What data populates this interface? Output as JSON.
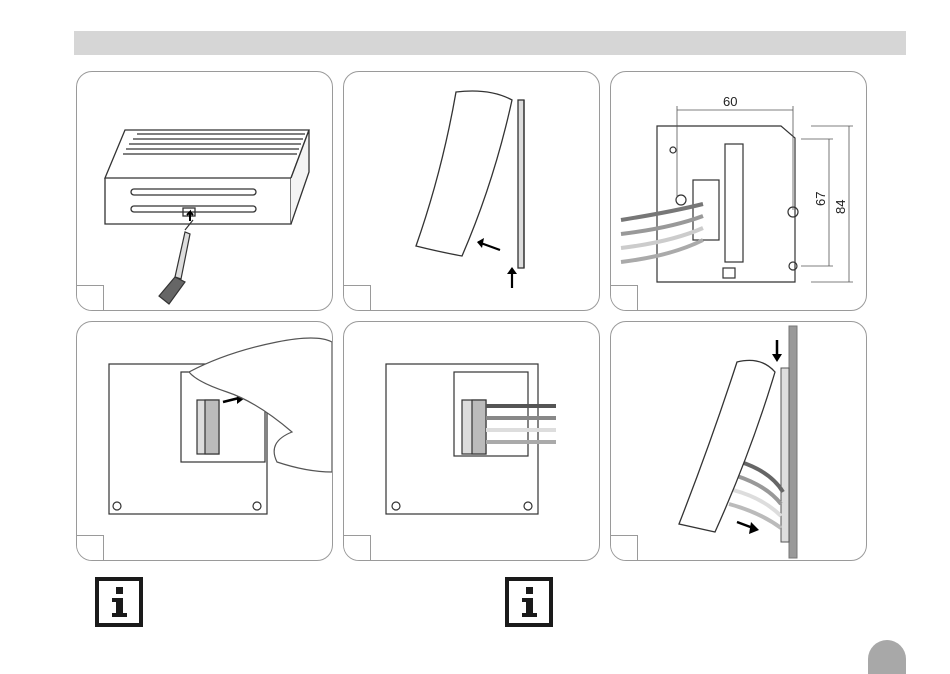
{
  "header": {
    "title": ""
  },
  "dimensions": {
    "width_label": "60",
    "inner_height_label": "67",
    "outer_height_label": "84"
  },
  "panels": [
    {
      "name": "panel-open-housing",
      "step": ""
    },
    {
      "name": "panel-remove-cover",
      "step": ""
    },
    {
      "name": "panel-base-plate-dimensions",
      "step": ""
    },
    {
      "name": "panel-pull-terminal-block",
      "step": ""
    },
    {
      "name": "panel-connect-wires",
      "step": ""
    },
    {
      "name": "panel-mount-cover",
      "step": ""
    }
  ],
  "notes": [
    {
      "icon": "info-icon",
      "text": ""
    },
    {
      "icon": "info-icon",
      "text": ""
    }
  ],
  "page_number": ""
}
